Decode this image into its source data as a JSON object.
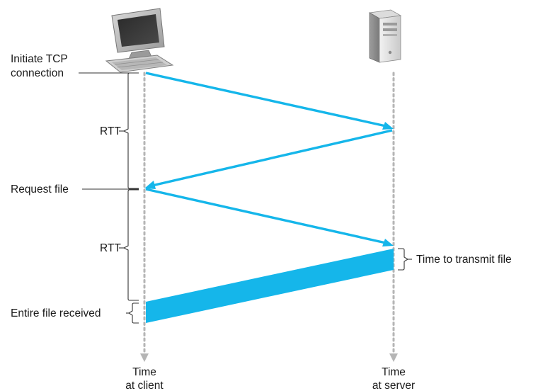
{
  "labels": {
    "initiate_line1": "Initiate TCP",
    "initiate_line2": "connection",
    "rtt_first": "RTT",
    "request_file": "Request file",
    "rtt_second": "RTT",
    "entire_file_received": "Entire file received",
    "time_to_transmit_file": "Time to transmit file",
    "client_time_line1": "Time",
    "client_time_line2": "at client",
    "server_time_line1": "Time",
    "server_time_line2": "at server"
  },
  "icons": {
    "client": "desktop-computer-icon",
    "server": "tower-server-icon"
  },
  "colors": {
    "arrow": "#15b6ea",
    "timeline": "#b5b5b5",
    "text": "#1a1a1a"
  }
}
